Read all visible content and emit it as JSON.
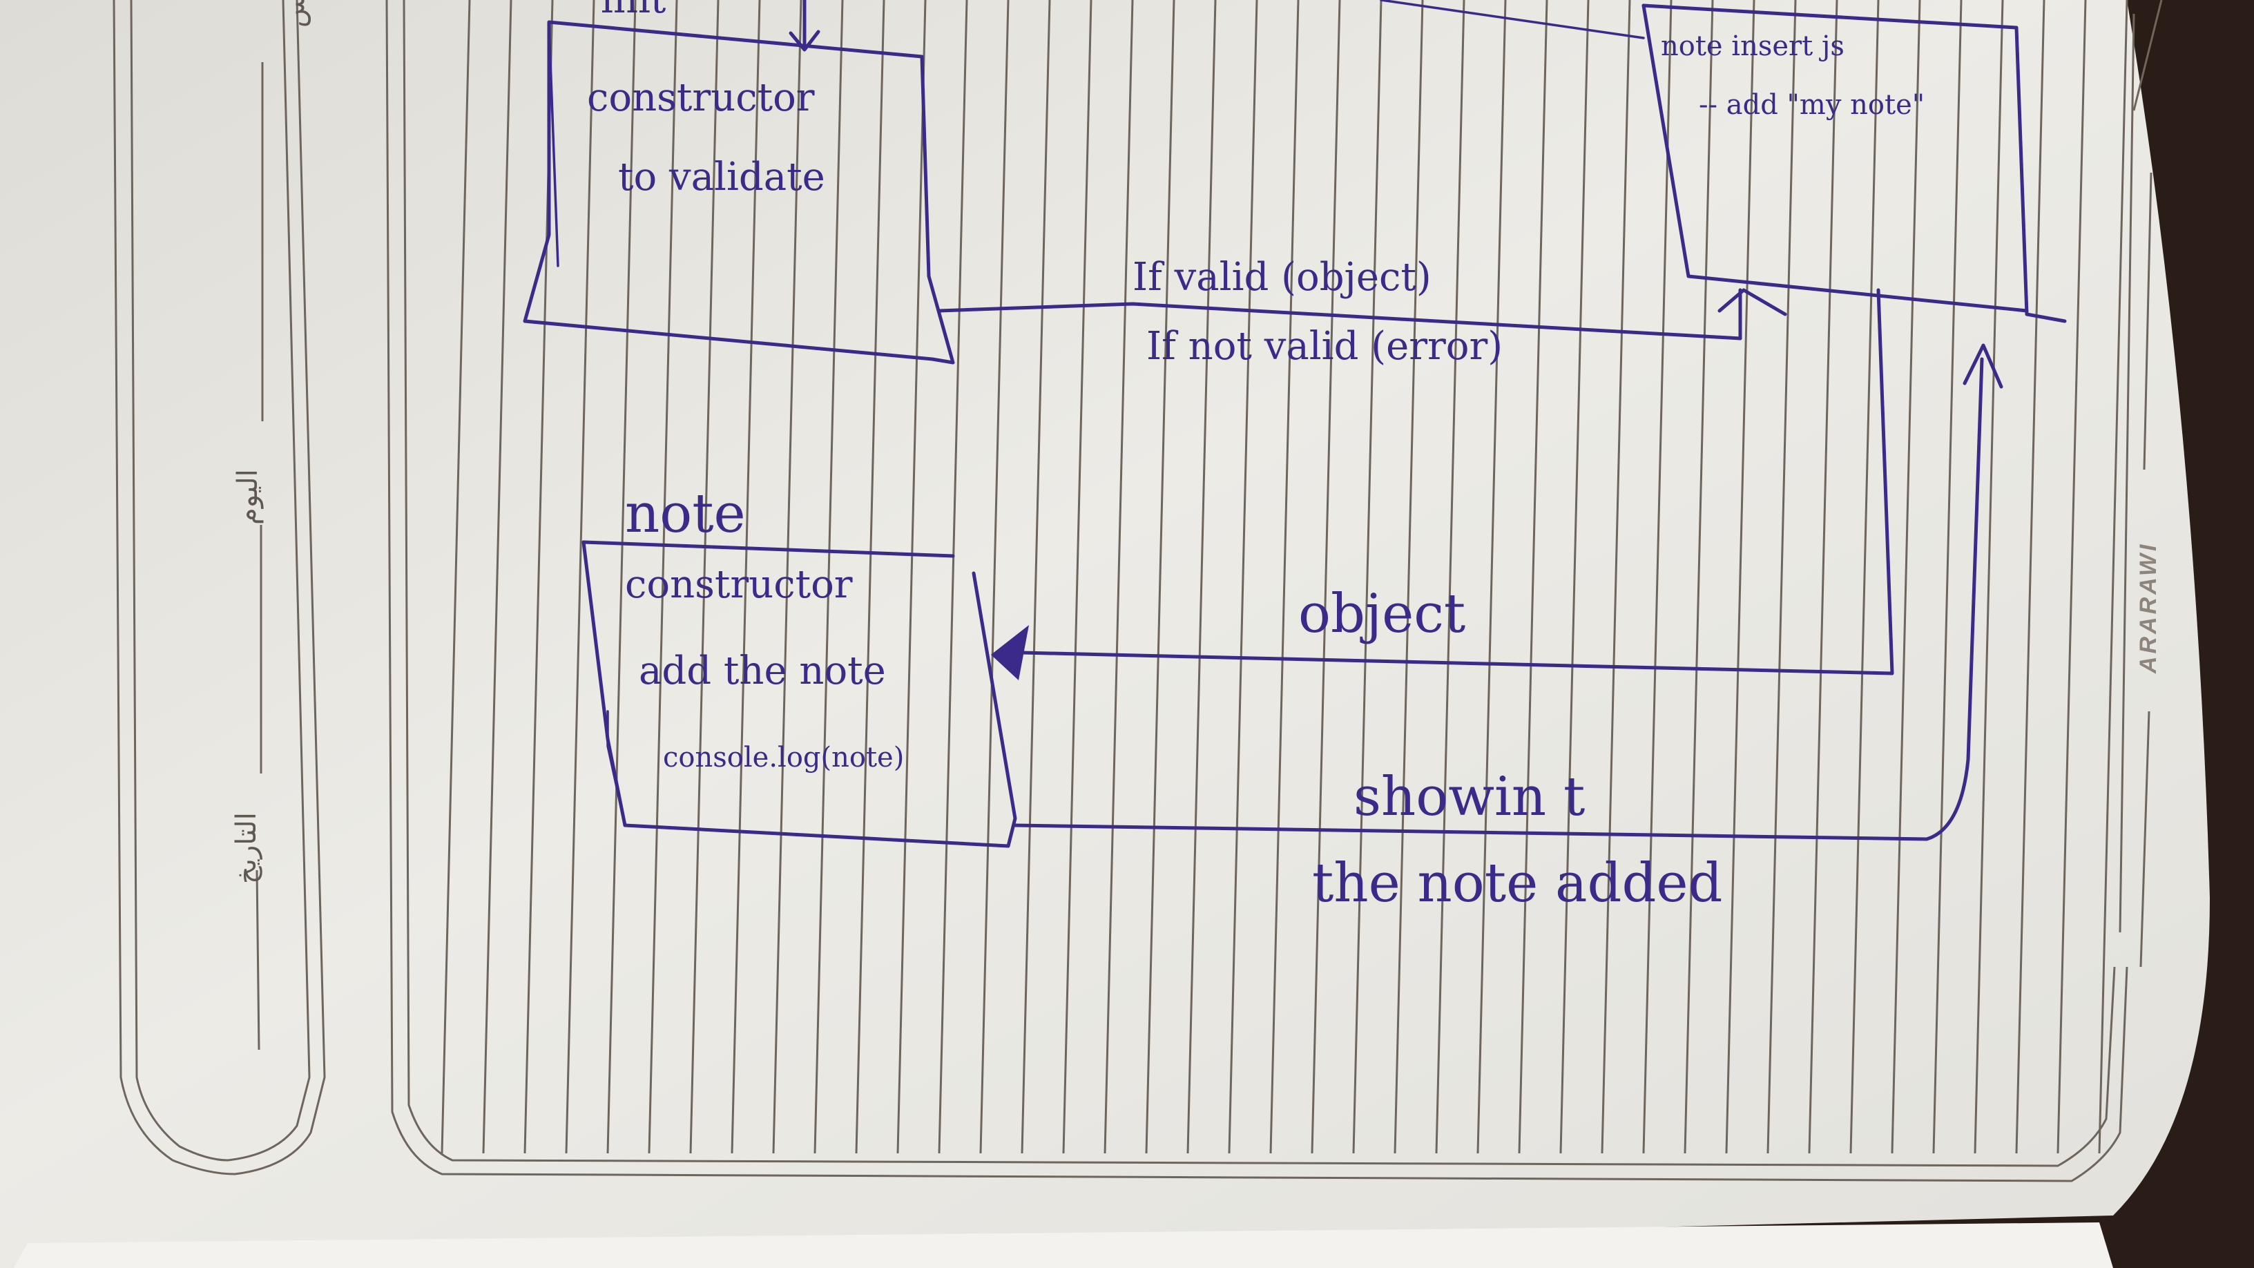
{
  "notebook": {
    "brand": "ARARAWI",
    "margin_labels": {
      "date": "التاريخ",
      "day": "اليوم",
      "lesson": "درس"
    }
  },
  "diagram": {
    "top_fragment": "init",
    "box_validator": {
      "line1": "constructor",
      "line2": "to validate"
    },
    "box_insert": {
      "line1": "note insert js",
      "line2": "-- add \"my note\""
    },
    "box_note": {
      "title": "note",
      "line1": "constructor",
      "line2": "add the note",
      "line3": "console.log(note)"
    },
    "edge_valid": "If valid (object)",
    "edge_not_valid": "If not valid (error)",
    "edge_object": "object",
    "edge_show_line1": "showin t",
    "edge_show_line2": "the note added"
  },
  "colors": {
    "ink": "#3b2a8a",
    "paper": "#ecebe6",
    "rule": "#6e655c"
  }
}
